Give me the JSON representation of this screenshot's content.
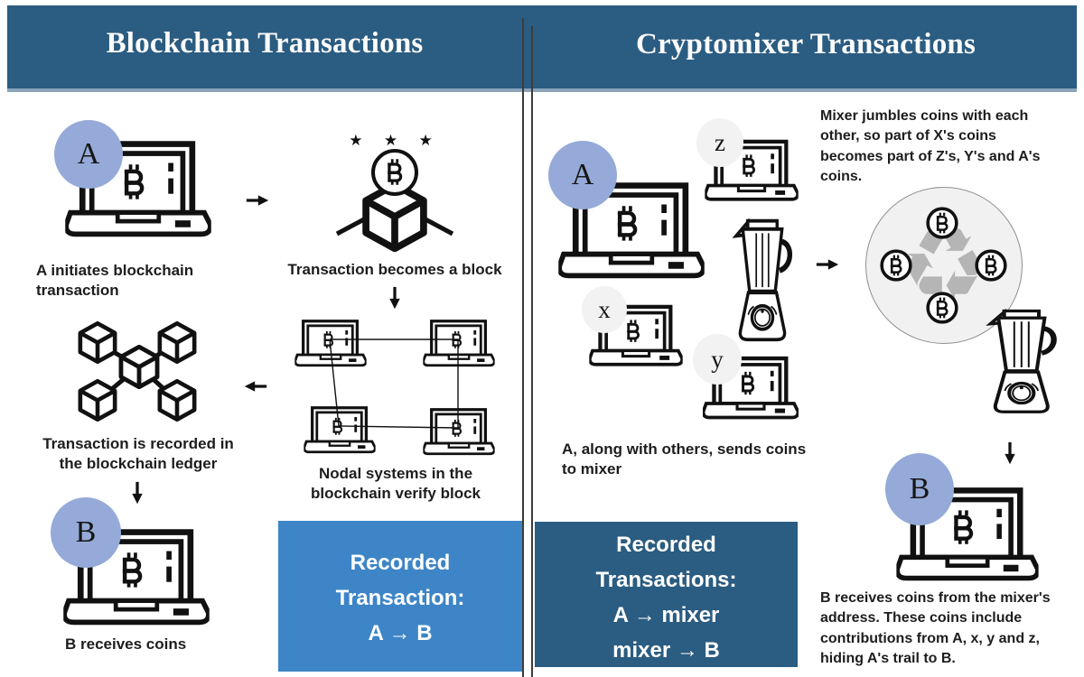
{
  "header": {
    "left_title": "Blockchain Transactions",
    "right_title": "Cryptomixer Transactions"
  },
  "colors": {
    "header_bar": "#2b5c81",
    "header_bar_edge": "#8ba4b9",
    "left_box_bg": "#3d85c6",
    "right_box_bg": "#2b5c81",
    "actor_circle_blue": "#95aad8",
    "actor_circle_gray": "#f2f2f2",
    "mixer_circle_bg": "#f1f1f1",
    "recycle_gray": "#b5b5b5",
    "icon_ink": "#111111"
  },
  "icons": {
    "stars": "★ ★ ★",
    "recycle": "♻"
  },
  "left": {
    "actor_a": "A",
    "actor_b": "B",
    "caption_initiate": "A initiates blockchain transaction",
    "caption_block": "Transaction becomes a block",
    "caption_nodal": "Nodal systems in the blockchain verify block",
    "caption_ledger": "Transaction is recorded in the blockchain ledger",
    "caption_receive": "B receives coins",
    "box": {
      "line1": "Recorded",
      "line2": "Transaction:",
      "line3": "A → B"
    }
  },
  "right": {
    "actor_a": "A",
    "actor_z": "z",
    "actor_x": "x",
    "actor_y": "y",
    "actor_b": "B",
    "caption_send": "A, along with others, sends coins to mixer",
    "caption_mix": "Mixer jumbles coins with each other, so part of X's coins becomes part of Z's, Y's and A's coins.",
    "caption_receive": "B receives coins from the mixer's address. These coins include contributions from A, x, y and z, hiding A's trail to B.",
    "box": {
      "line1": "Recorded",
      "line2": "Transactions:",
      "line3": "A → mixer",
      "line4": "mixer → B"
    }
  }
}
